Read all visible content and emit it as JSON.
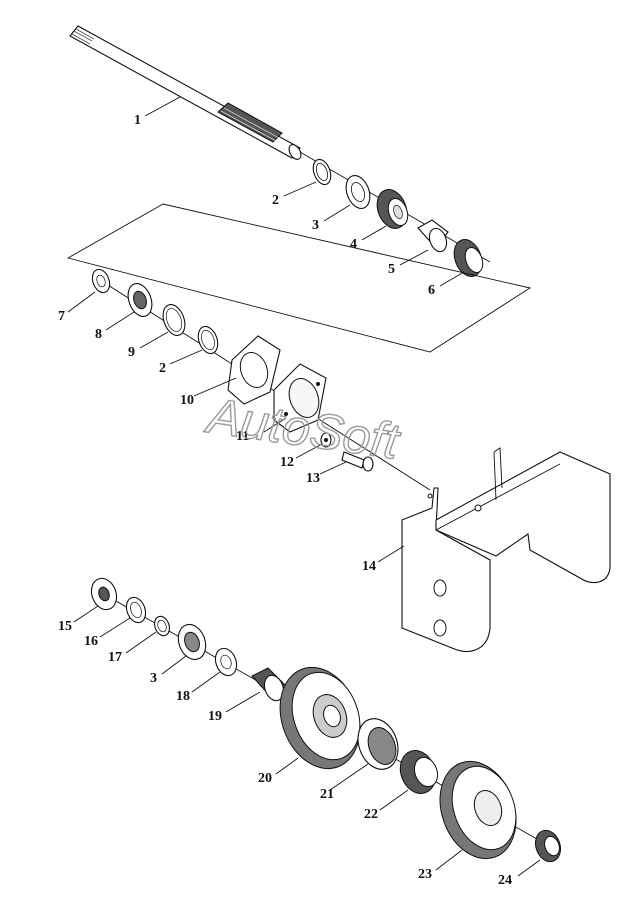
{
  "watermark": "AutoSoft",
  "labels": [
    "1",
    "2",
    "3",
    "4",
    "5",
    "6",
    "7",
    "8",
    "9",
    "2",
    "10",
    "11",
    "12",
    "13",
    "14",
    "15",
    "16",
    "17",
    "3",
    "18",
    "19",
    "20",
    "21",
    "22",
    "23",
    "24"
  ]
}
